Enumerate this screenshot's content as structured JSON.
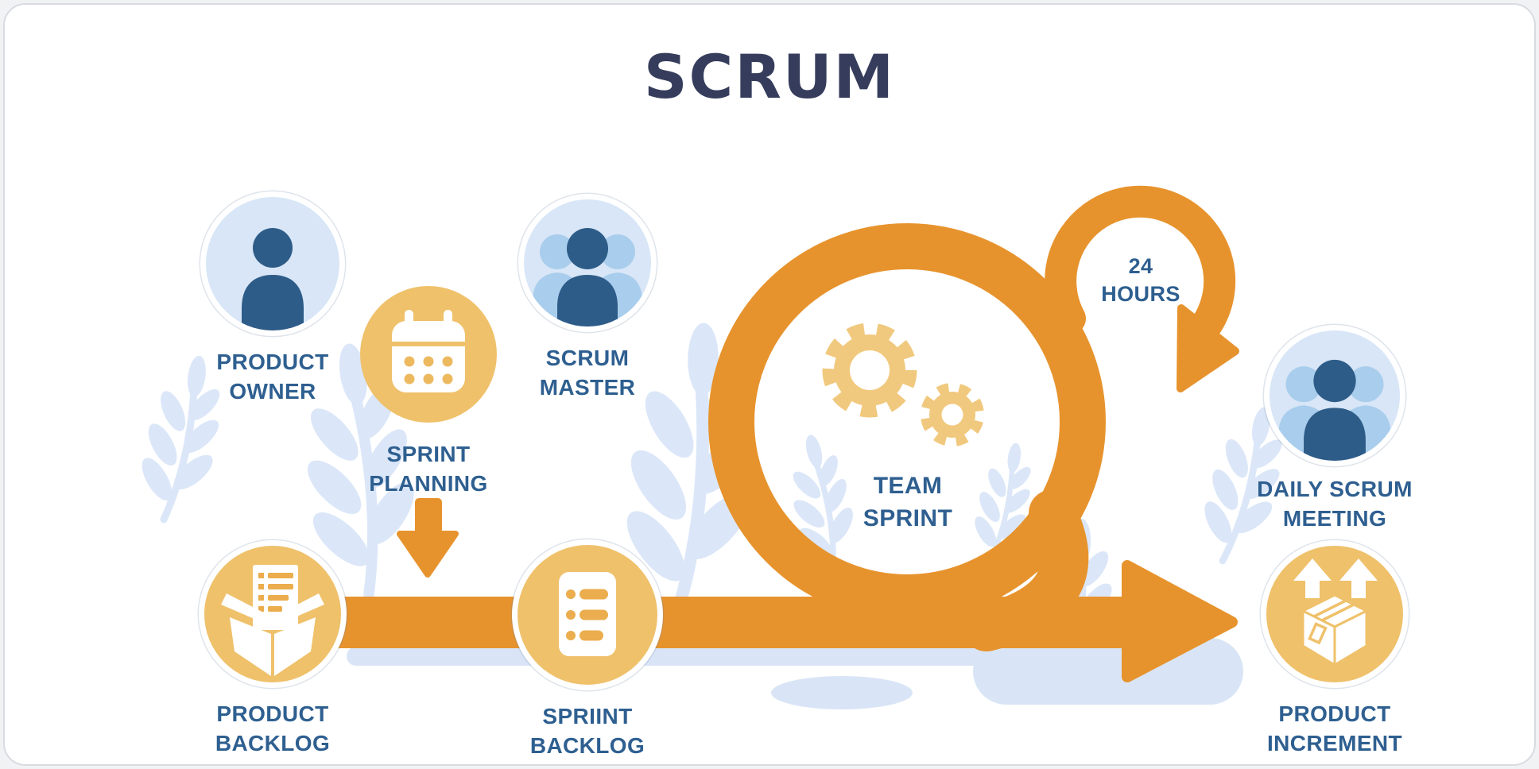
{
  "title": "SCRUM",
  "labels": {
    "product_owner": [
      "PRODUCT",
      "OWNER"
    ],
    "sprint_planning": [
      "SPRINT",
      "PLANNING"
    ],
    "scrum_master": [
      "SCRUM",
      "MASTER"
    ],
    "team_sprint": [
      "TEAM",
      "SPRINT"
    ],
    "sprint_loop_duration": [
      "24",
      "HOURS"
    ],
    "daily_scrum_meeting": [
      "DAILY SCRUM",
      "MEETING"
    ],
    "product_backlog": [
      "PRODUCT",
      "BACKLOG"
    ],
    "sprint_backlog": [
      "SPRIINT",
      "BACKLOG"
    ],
    "product_increment": [
      "PRODUCT",
      "INCREMENT"
    ]
  },
  "icons": {
    "product_owner": "person-icon",
    "sprint_planning": "calendar-icon",
    "scrum_master": "people-group-icon",
    "daily_scrum_meeting": "people-group-icon",
    "team_sprint": "gears-icon",
    "product_backlog": "open-box-document-icon",
    "sprint_backlog": "checklist-document-icon",
    "product_increment": "shipping-box-up-arrows-icon"
  },
  "colors": {
    "flow_orange": "#E7932D",
    "icon_circle_yellow": "#EFC16B",
    "gear_yellow": "#F1C97E",
    "icon_detail_orange": "#EBAD4D",
    "avatar_circle_blue": "#D8E6F7",
    "avatar_silhouette_light": "#A9CDEC",
    "avatar_silhouette_navy": "#2E5C88",
    "label_blue": "#2E5F90",
    "title_navy": "#363D5C",
    "leaf_blue": "#DBE7F8"
  }
}
